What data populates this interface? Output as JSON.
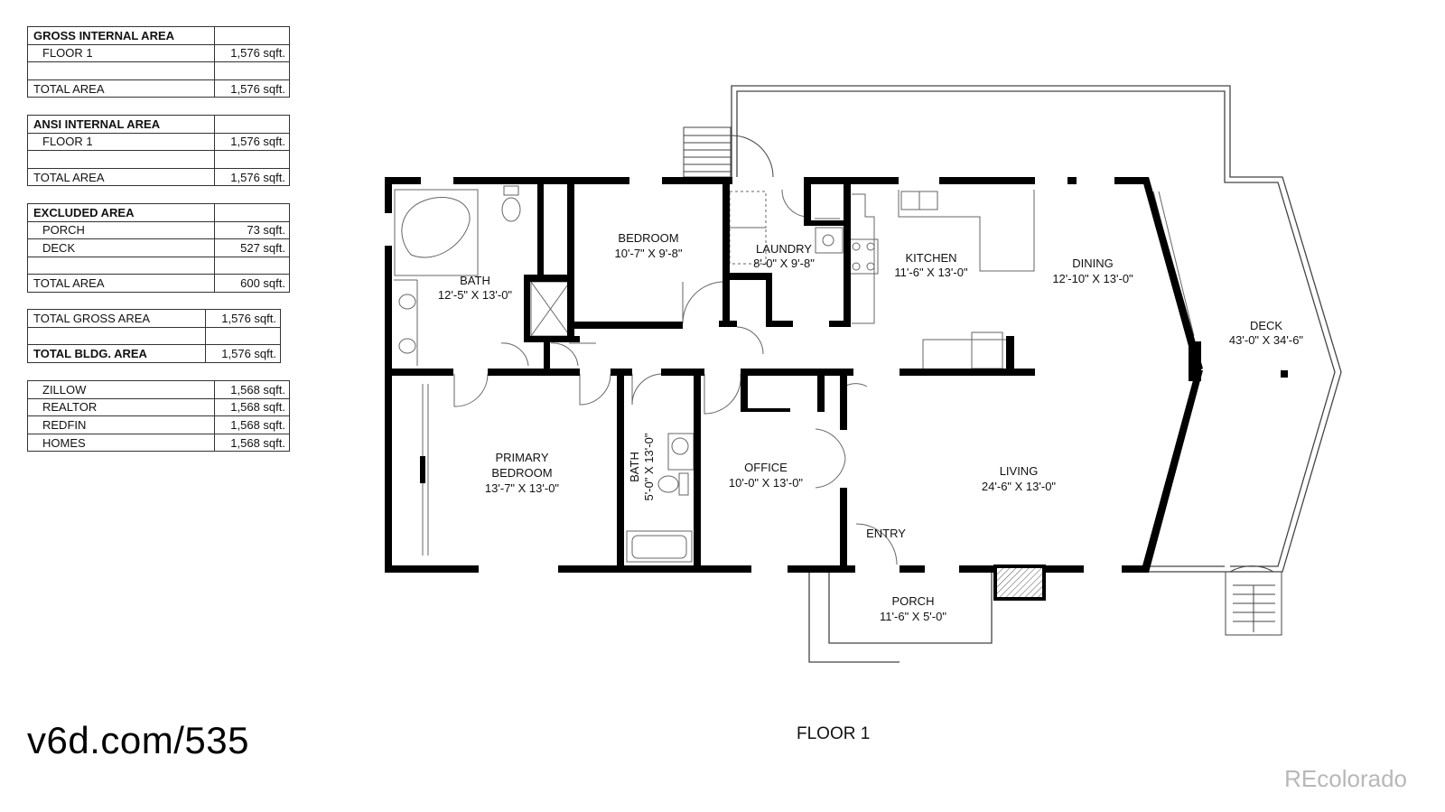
{
  "tables": [
    {
      "rows": [
        {
          "label": "GROSS INTERNAL AREA",
          "value": "",
          "header": true
        },
        {
          "label": "FLOOR 1",
          "value": "1,576 sqft.",
          "indent": true
        },
        {
          "label": "",
          "value": ""
        },
        {
          "label": "TOTAL AREA",
          "value": "1,576 sqft."
        }
      ]
    },
    {
      "rows": [
        {
          "label": "ANSI INTERNAL AREA",
          "value": "",
          "header": true
        },
        {
          "label": "FLOOR 1",
          "value": "1,576 sqft.",
          "indent": true
        },
        {
          "label": "",
          "value": ""
        },
        {
          "label": "TOTAL AREA",
          "value": "1,576 sqft."
        }
      ]
    },
    {
      "rows": [
        {
          "label": "EXCLUDED AREA",
          "value": "",
          "header": true
        },
        {
          "label": "PORCH",
          "value": "73 sqft.",
          "indent": true
        },
        {
          "label": "DECK",
          "value": "527 sqft.",
          "indent": true
        },
        {
          "label": "",
          "value": ""
        },
        {
          "label": "TOTAL AREA",
          "value": "600 sqft."
        }
      ]
    },
    {
      "rows": [
        {
          "label": "TOTAL GROSS AREA",
          "value": "1,576 sqft."
        },
        {
          "label": "",
          "value": ""
        },
        {
          "label": "TOTAL BLDG. AREA",
          "value": "1,576 sqft.",
          "header": true
        }
      ]
    },
    {
      "rows": [
        {
          "label": "ZILLOW",
          "value": "1,568 sqft.",
          "indent": true
        },
        {
          "label": "REALTOR",
          "value": "1,568 sqft.",
          "indent": true
        },
        {
          "label": "REDFIN",
          "value": "1,568 sqft.",
          "indent": true
        },
        {
          "label": "HOMES",
          "value": "1,568 sqft.",
          "indent": true
        }
      ]
    }
  ],
  "rooms": {
    "bath1": {
      "name": "BATH",
      "dims": "12'-5\" X 13'-0\""
    },
    "bedroom": {
      "name": "BEDROOM",
      "dims": "10'-7\" X 9'-8\""
    },
    "laundry": {
      "name": "LAUNDRY",
      "dims": "8'-0\" X 9'-8\""
    },
    "kitchen": {
      "name": "KITCHEN",
      "dims": "11'-6\" X 13'-0\""
    },
    "dining": {
      "name": "DINING",
      "dims": "12'-10\" X 13'-0\""
    },
    "deck": {
      "name": "DECK",
      "dims": "43'-0\" X 34'-6\""
    },
    "primary": {
      "name1": "PRIMARY",
      "name2": "BEDROOM",
      "dims": "13'-7\" X 13'-0\""
    },
    "bath2": {
      "name": "BATH",
      "dims": "5'-0\" X 13'-0\""
    },
    "office": {
      "name": "OFFICE",
      "dims": "10'-0\" X 13'-0\""
    },
    "living": {
      "name": "LIVING",
      "dims": "24'-6\" X 13'-0\""
    },
    "entry": {
      "name": "ENTRY"
    },
    "porch": {
      "name": "PORCH",
      "dims": "11'-6\" X 5'-0\""
    }
  },
  "footer": {
    "url": "v6d.com/535",
    "floor_title": "FLOOR 1",
    "watermark": "REcolorado"
  },
  "colors": {
    "wall": "#000000",
    "line": "#555555",
    "hatch": "#555555"
  }
}
